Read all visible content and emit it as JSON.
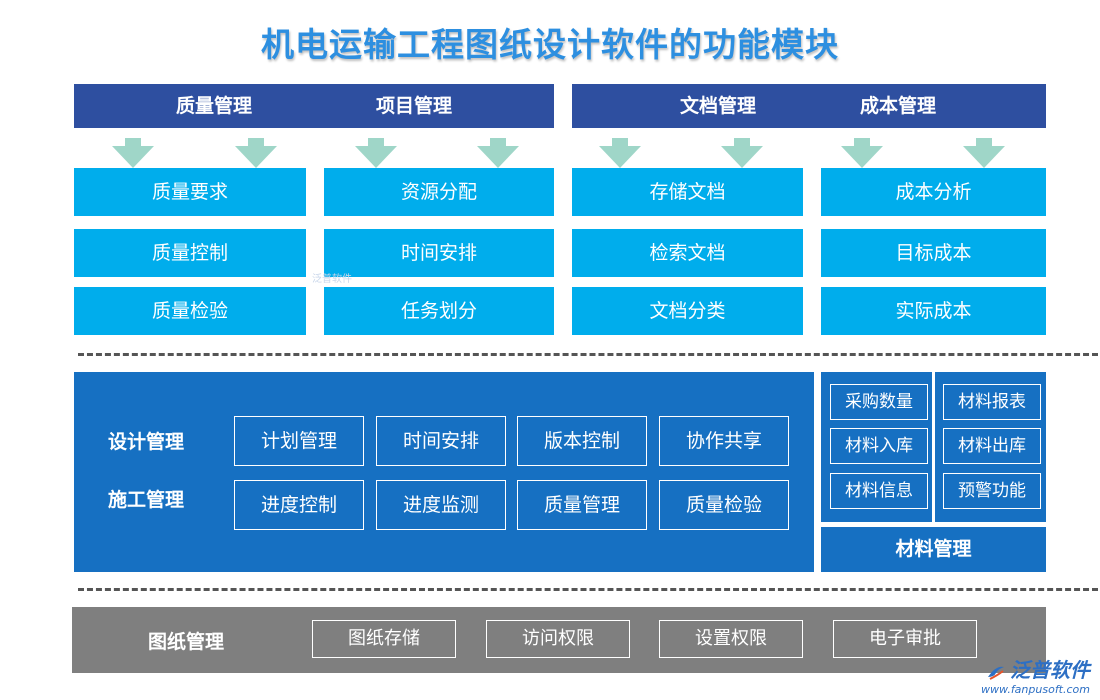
{
  "title": "机电运输工程图纸设计软件的功能模块",
  "top_headers": [
    "质量管理",
    "项目管理",
    "文档管理",
    "成本管理"
  ],
  "top_columns": [
    [
      "质量要求",
      "质量控制",
      "质量检验"
    ],
    [
      "资源分配",
      "时间安排",
      "任务划分"
    ],
    [
      "存储文档",
      "检索文档",
      "文档分类"
    ],
    [
      "成本分析",
      "目标成本",
      "实际成本"
    ]
  ],
  "middle": {
    "row1_label": "设计管理",
    "row2_label": "施工管理",
    "row1": [
      "计划管理",
      "时间安排",
      "版本控制",
      "协作共享"
    ],
    "row2": [
      "进度控制",
      "进度监测",
      "质量管理",
      "质量检验"
    ]
  },
  "materials": {
    "title": "材料管理",
    "left": [
      "采购数量",
      "材料入库",
      "材料信息"
    ],
    "right": [
      "材料报表",
      "材料出库",
      "预警功能"
    ]
  },
  "bottom": {
    "label": "图纸管理",
    "items": [
      "图纸存储",
      "访问权限",
      "设置权限",
      "电子审批"
    ]
  },
  "logo": {
    "brand": "泛普软件",
    "url": "www.fanpusoft.com"
  },
  "watermark": "泛普软件",
  "colors": {
    "title": "#2d8fe0",
    "header_band": "#2e4fa0",
    "cell": "#00adec",
    "arrow": "#9fd6c8",
    "mid_block": "#1670c2",
    "bottom_block": "#7f7f7f"
  }
}
